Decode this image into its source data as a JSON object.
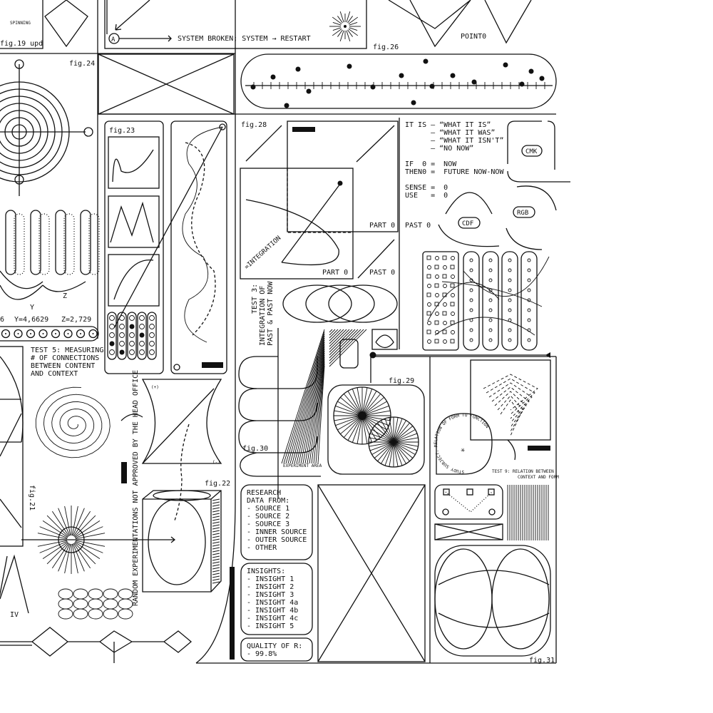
{
  "fig19": {
    "label": "fig.19 upd",
    "spinning": "SPINNING"
  },
  "system": {
    "node": "A",
    "message": "SYSTEM BROKEN; SYSTEM → RESTART"
  },
  "fig26": {
    "label": "fig.26",
    "point": "POINT0"
  },
  "fig24": {
    "label": "fig.24"
  },
  "fig23": {
    "label": "fig.23"
  },
  "coords": {
    "x_partial": "6",
    "y": "Y=4,6629",
    "z": "Z=2,729",
    "axis_y": "Y",
    "axis_z": "Z"
  },
  "test5": {
    "lines": [
      "TEST 5: MEASURING",
      "# OF CONNECTIONS",
      "BETWEEN CONTENT",
      "AND CONTEXT"
    ]
  },
  "fig28": {
    "label": "fig.28",
    "part_upper": "PART 0",
    "part_lower": "PART 0",
    "past": "PAST 0",
    "integration": "=INTEGRATION"
  },
  "itis": {
    "lines": [
      "IT IS – “WHAT IT IS”",
      "      – “WHAT IT WAS”",
      "      – “WHAT IT ISN'T”",
      "      – “NO NOW”"
    ],
    "if_line": "IF  0 =  NOW",
    "then_line": "THEN0 =  FUTURE NOW-NOW",
    "sense": "SENSE =  0",
    "use": "USE   =  0",
    "past": "PAST 0"
  },
  "badges": {
    "cmk": "CMK",
    "rgb": "RGB",
    "cdf": "CDF"
  },
  "test3": {
    "lines": [
      "TEST 3:",
      "INTEGRATION OF",
      "PAST & PAST NOW"
    ]
  },
  "fig29": {
    "label": "fig.29"
  },
  "fig30": {
    "label": "fig.30",
    "experiment": "EXPERIMENT AREA"
  },
  "fig21": {
    "label": "fig.21",
    "numeral": "IV"
  },
  "fig22": {
    "label": "fig.22",
    "plus": "(+)",
    "minus": "(-)"
  },
  "random": {
    "text": "RANDOM EXPERIMENTATIONS NOT APPROVED BY THE HEAD OFFICE"
  },
  "study": {
    "text": "STUDY SUBJECT: RELATION OF FORM TO FUNCTION"
  },
  "test9": {
    "lines": [
      "TEST 9: RELATION BETWEEN",
      "CONTEXT AND FORM"
    ]
  },
  "research": {
    "lines": [
      "RESEARCH",
      "DATA FROM:",
      "- SOURCE 1",
      "- SOURCE 2",
      "- SOURCE 3",
      "- INNER SOURCE",
      "- OUTER SOURCE",
      "- OTHER"
    ]
  },
  "insights": {
    "lines": [
      "INSIGHTS:",
      "- INSIGHT 1",
      "- INSIGHT 2",
      "- INSIGHT 3",
      "- INSIGHT 4a",
      "- INSIGHT 4b",
      "- INSIGHT 4c",
      "- INSIGHT 5"
    ]
  },
  "quality": {
    "lines": [
      "QUALITY OF R:",
      "- 99.8%"
    ]
  },
  "fig31": {
    "label": "fig.31"
  },
  "colors": {
    "ink": "#111111",
    "paper": "#ffffff"
  }
}
